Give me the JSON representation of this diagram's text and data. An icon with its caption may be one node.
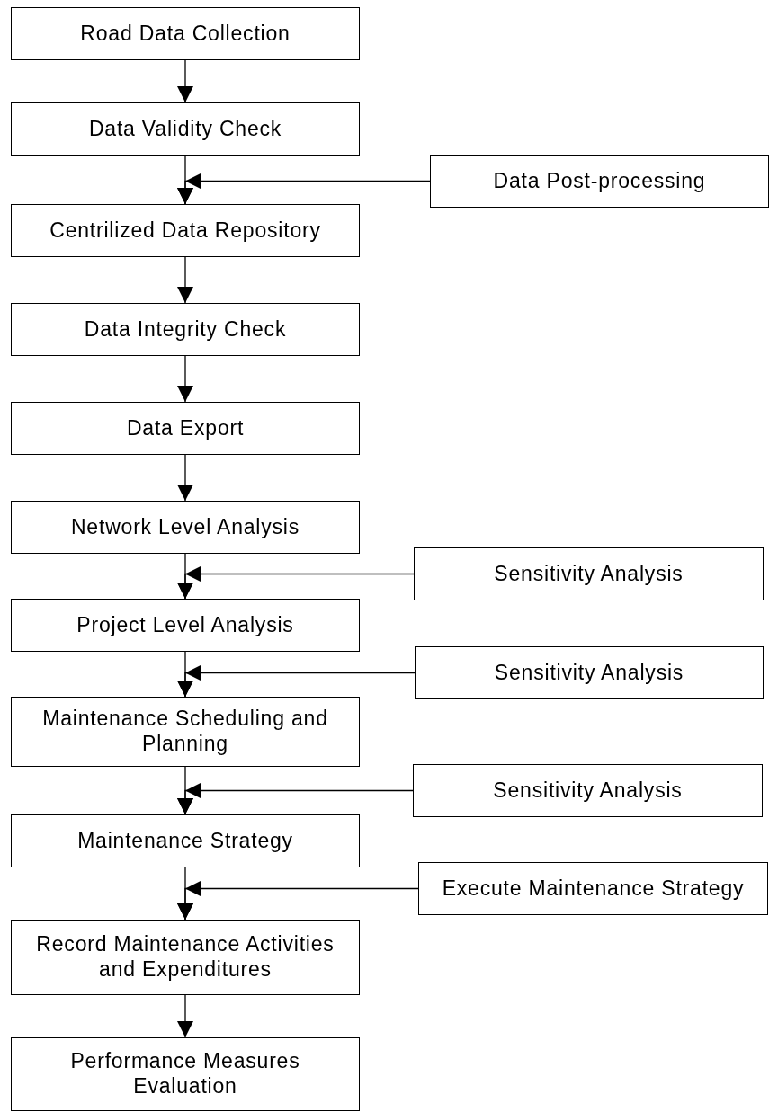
{
  "diagram": {
    "nodes": [
      {
        "text": [
          "Road Data Collection"
        ]
      },
      {
        "text": [
          "Data Validity Check"
        ]
      },
      {
        "text": [
          "Data Post-processing"
        ]
      },
      {
        "text": [
          "Centrilized Data Repository"
        ]
      },
      {
        "text": [
          "Data Integrity Check"
        ]
      },
      {
        "text": [
          "Data Export"
        ]
      },
      {
        "text": [
          "Network Level Analysis"
        ]
      },
      {
        "text": [
          "Sensitivity Analysis"
        ]
      },
      {
        "text": [
          "Project Level Analysis"
        ]
      },
      {
        "text": [
          "Sensitivity Analysis"
        ]
      },
      {
        "text": [
          "Maintenance Scheduling and Planning"
        ]
      },
      {
        "text": [
          "Sensitivity Analysis"
        ]
      },
      {
        "text": [
          "Maintenance Strategy"
        ]
      },
      {
        "text": [
          "Execute Maintenance Strategy"
        ]
      },
      {
        "text": [
          "Record Maintenance Activities and Expenditures"
        ]
      },
      {
        "text": [
          "Performance Measures Evaluation"
        ]
      }
    ],
    "edges": [
      {
        "from": 0,
        "to": 1,
        "arrow": "to"
      },
      {
        "from": 1,
        "to": 3,
        "arrow": "to"
      },
      {
        "from": 2,
        "to": 3,
        "arrow": "to"
      },
      {
        "from": 3,
        "to": 4,
        "arrow": "to"
      },
      {
        "from": 4,
        "to": 5,
        "arrow": "to"
      },
      {
        "from": 5,
        "to": 6,
        "arrow": "to"
      },
      {
        "from": 6,
        "to": 8,
        "arrow": "to"
      },
      {
        "from": 7,
        "to": 8,
        "arrow": "to"
      },
      {
        "from": 8,
        "to": 10,
        "arrow": "to"
      },
      {
        "from": 9,
        "to": 10,
        "arrow": "to"
      },
      {
        "from": 10,
        "to": 12,
        "arrow": "to"
      },
      {
        "from": 11,
        "to": 12,
        "arrow": "to"
      },
      {
        "from": 12,
        "to": 14,
        "arrow": "to"
      },
      {
        "from": 13,
        "to": 14,
        "arrow": "to"
      },
      {
        "from": 14,
        "to": 15,
        "arrow": "to"
      }
    ]
  }
}
